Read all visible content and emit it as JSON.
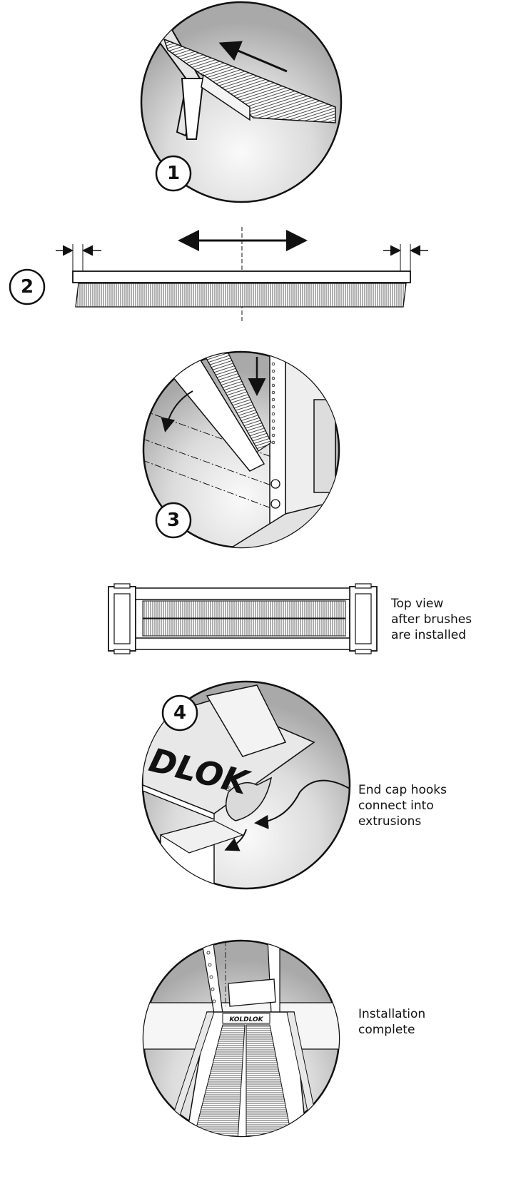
{
  "steps": [
    {
      "number": "1"
    },
    {
      "number": "2"
    },
    {
      "number": "3"
    },
    {
      "number": "4"
    }
  ],
  "captions": {
    "top_view": "Top view\nafter brushes\nare installed",
    "end_cap": "End cap hooks\nconnect into\nextrusions",
    "complete": "Installation\ncomplete"
  },
  "brand_text_large": "DLOK",
  "brand_text_small": "KOLDLOK",
  "registered_mark": "®",
  "colors": {
    "ink": "#111111",
    "circle_fill": "#cfcfcf",
    "circle_light": "#f2f2f2",
    "brush": "#9a9a9a"
  }
}
